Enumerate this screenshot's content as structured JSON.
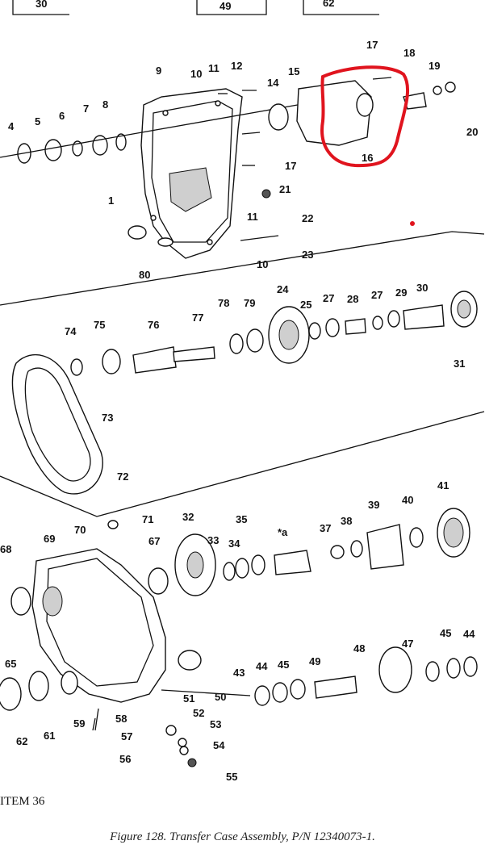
{
  "header_boxes": [
    "30",
    "49",
    "62"
  ],
  "item_label": "ITEM 36",
  "caption": "Figure 128.  Transfer Case Assembly, P/N 12340073-1.",
  "callouts": [
    "17",
    "18",
    "19",
    "20",
    "16",
    "15",
    "14",
    "12",
    "11",
    "10",
    "9",
    "4",
    "5",
    "6",
    "7",
    "8",
    "17",
    "21",
    "22",
    "1",
    "11",
    "23",
    "10",
    "80",
    "24",
    "78",
    "79",
    "77",
    "76",
    "75",
    "74",
    "73",
    "72",
    "25",
    "27",
    "28",
    "27",
    "29",
    "30",
    "31",
    "41",
    "40",
    "39",
    "38",
    "37",
    "*a",
    "35",
    "34",
    "33",
    "32",
    "71",
    "70",
    "67",
    "69",
    "68",
    "65",
    "62",
    "61",
    "59",
    "58",
    "57",
    "56",
    "51",
    "52",
    "53",
    "54",
    "55",
    "50",
    "43",
    "44",
    "45",
    "49",
    "48",
    "47",
    "45",
    "44"
  ],
  "highlight_color": "#e0141e"
}
